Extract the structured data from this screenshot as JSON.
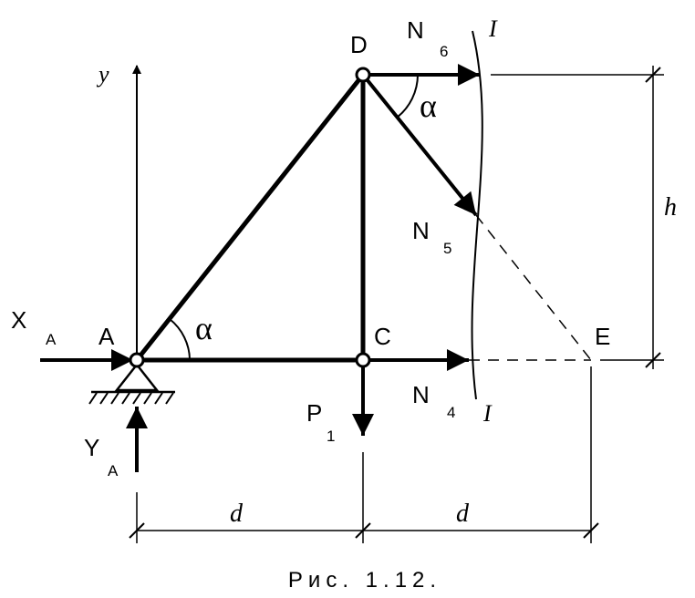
{
  "labels": {
    "node_a": "A",
    "node_c": "C",
    "node_d": "D",
    "node_e": "E",
    "axis_y": "y",
    "force_xa": "X",
    "force_xa_sub": "A",
    "force_ya": "Y",
    "force_ya_sub": "A",
    "force_p1": "P",
    "force_p1_sub": "1",
    "force_n4": "N",
    "force_n4_sub": "4",
    "force_n5": "N",
    "force_n5_sub": "5",
    "force_n6": "N",
    "force_n6_sub": "6",
    "angle_at_a": "α",
    "angle_at_d": "α",
    "section_top": "I",
    "section_bottom": "I",
    "dim_left": "d",
    "dim_right": "d",
    "dim_height": "h",
    "caption": "Рис. 1.12."
  }
}
